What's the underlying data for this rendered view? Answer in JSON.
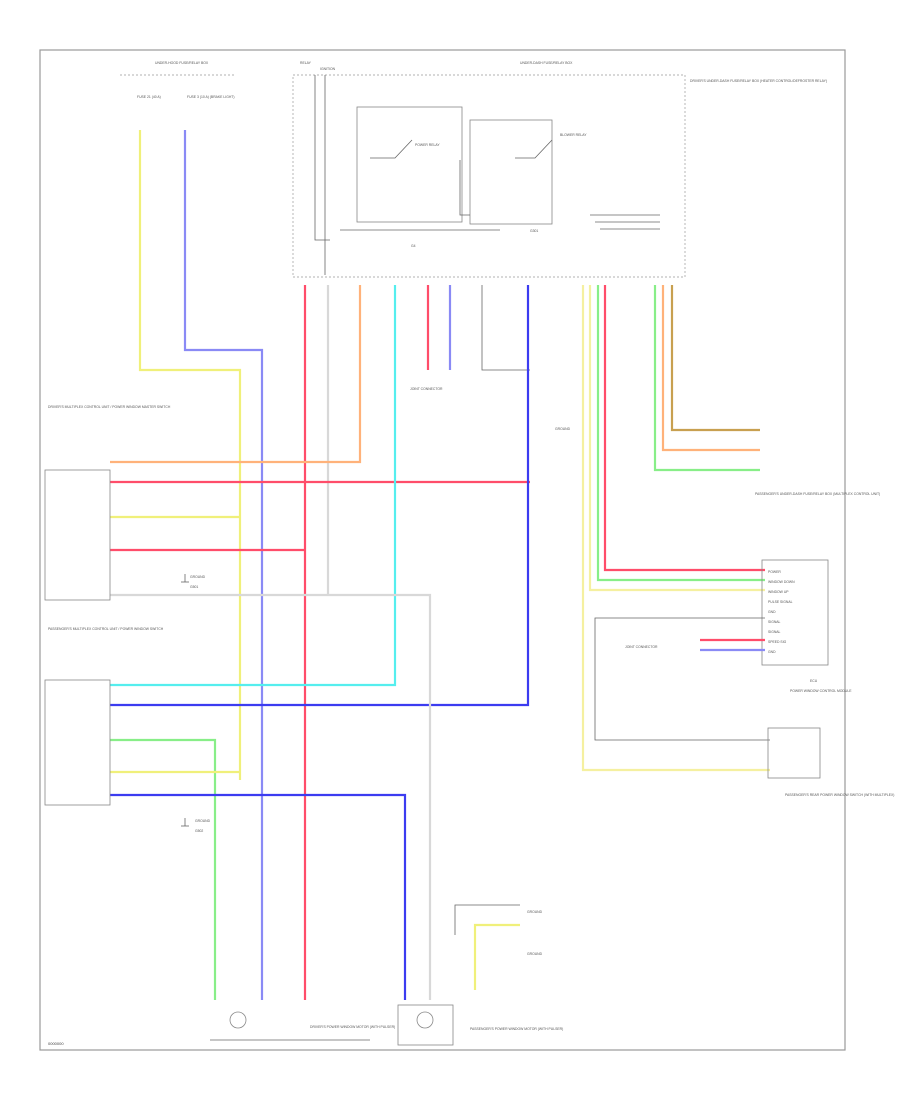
{
  "diagram": {
    "code": "0000000",
    "labels": {
      "fuse_left": "UNDER-HOOD FUSE/RELAY BOX",
      "fuse_left_a": "FUSE 21 (40 A)",
      "fuse_left_b": "FUSE 3 (10 A) (BRAKE LIGHT)",
      "fuse_mid_a": "RELAY",
      "fuse_mid_b": "IGNITION",
      "fuse_top_right": "UNDER-DASH FUSE/RELAY BOX",
      "right_box": "DRIVER'S UNDER-DASH FUSE/RELAY BOX (HEATER CONTROL/DEFROSTER RELAY)",
      "relay_a": "POWER RELAY",
      "relay_b": "BLOWER RELAY",
      "gnd_center": "G4",
      "joint_mid": "JOINT CONNECTOR",
      "gnd_mid_relay": "GROUND",
      "ground_right": "G301",
      "left_switch_a": "DRIVER'S MULTIPLEX CONTROL UNIT / POWER WINDOW MASTER SWITCH",
      "left_switch_b": "PASSENGER'S MULTIPLEX CONTROL UNIT / POWER WINDOW SWITCH",
      "gnd_left_a": "GROUND",
      "gnd_left_b": "GROUND",
      "gnd_left_sub_a": "G501",
      "gnd_left_sub_b": "G502",
      "right_upper_module": "PASSENGER'S UNDER-DASH FUSE/RELAY BOX (MULTIPLEX CONTROL UNIT)",
      "ecu_name": "ECU",
      "ecu_sub": "POWER WINDOW CONTROL MODULE",
      "ecu_pins": [
        "POWER",
        "WINDOW DOWN",
        "WINDOW UP",
        "PULSE SIGNAL",
        "GND",
        "SIGNAL",
        "SIGNAL",
        "SPEED SIG",
        "GND"
      ],
      "joint_right": "JOINT CONNECTOR",
      "right_lower_switch": "PASSENGER'S REAR POWER WINDOW SWITCH (WITH MULTIPLEX)",
      "motor_left": "DRIVER'S POWER WINDOW MOTOR (WITH PULSER)",
      "motor_right": "PASSENGER'S POWER WINDOW MOTOR (WITH PULSER)",
      "gnd_bottom_a": "GROUND",
      "gnd_bottom_b": "GROUND"
    },
    "wire_colors": {
      "red": "#ff4d6a",
      "blue": "#3c3cf0",
      "lightblue": "#8a8af5",
      "yellow": "#f0f07a",
      "pale_yellow": "#f5f0a0",
      "cyan": "#55eeee",
      "orange": "#ffb27a",
      "green": "#88ee88",
      "pink": "#ff8fa6",
      "olive": "#c8a050",
      "gray": "#cccccc"
    }
  }
}
